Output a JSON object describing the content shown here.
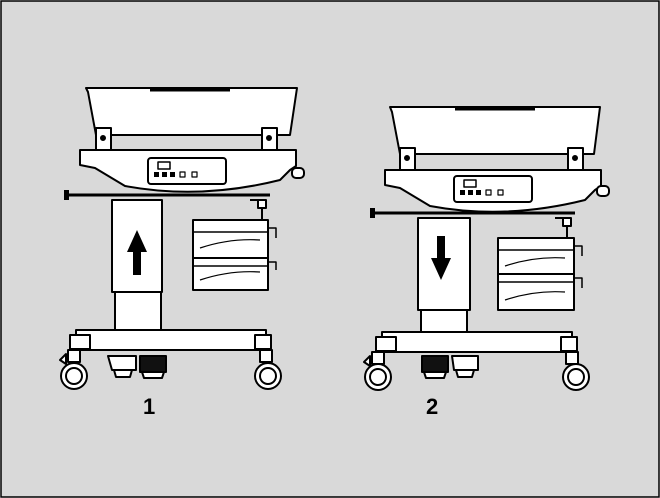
{
  "figure": {
    "background": "#d9d9d9",
    "stroke": "#000000",
    "fill": "#ffffff",
    "labels": [
      "1",
      "2"
    ],
    "steps": [
      {
        "label": "1",
        "direction": "up",
        "pedal_pressed": "right"
      },
      {
        "label": "2",
        "direction": "down",
        "pedal_pressed": "left"
      }
    ]
  }
}
